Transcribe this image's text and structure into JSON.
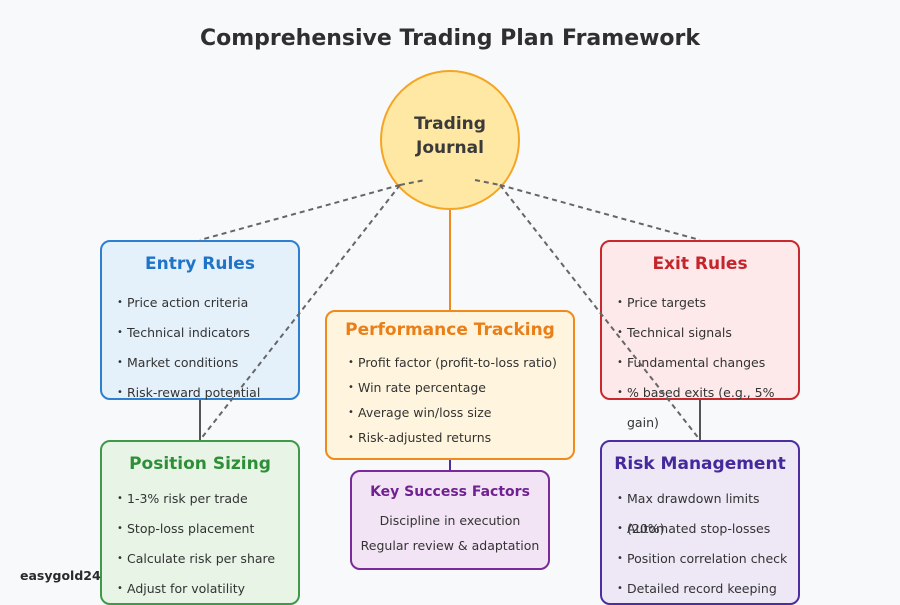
{
  "title": "Comprehensive Trading Plan Framework",
  "hub": {
    "line1": "Trading",
    "line2": "Journal"
  },
  "colors": {
    "hub_fill": "#ffe8a3",
    "hub_border": "#f5a524",
    "entry": "#1f74c8",
    "exit": "#c4242a",
    "performance": "#ea7f17",
    "position": "#2f8f39",
    "risk": "#45289b",
    "key": "#6f2290",
    "connector": "#666666"
  },
  "entry_rules": {
    "title": "Entry Rules",
    "items": [
      "Price action criteria",
      "Technical indicators",
      "Market conditions",
      "Risk-reward potential"
    ]
  },
  "exit_rules": {
    "title": "Exit Rules",
    "items": [
      "Price targets",
      "Technical signals",
      "Fundamental changes",
      "% based exits (e.g., 5% gain)"
    ]
  },
  "performance_tracking": {
    "title": "Performance Tracking",
    "items": [
      "Profit factor (profit-to-loss ratio)",
      "Win rate percentage",
      "Average win/loss size",
      "Risk-adjusted returns"
    ]
  },
  "position_sizing": {
    "title": "Position Sizing",
    "items": [
      "1-3% risk per trade",
      "Stop-loss placement",
      "Calculate risk per share",
      "Adjust for volatility"
    ]
  },
  "risk_management": {
    "title": "Risk Management",
    "items": [
      "Max drawdown limits (20%)",
      "Automated stop-losses",
      "Position correlation check",
      "Detailed record keeping"
    ]
  },
  "key_success_factors": {
    "title": "Key Success Factors",
    "items": [
      "Discipline in execution",
      "Regular review & adaptation"
    ]
  },
  "watermark": "easygold24"
}
